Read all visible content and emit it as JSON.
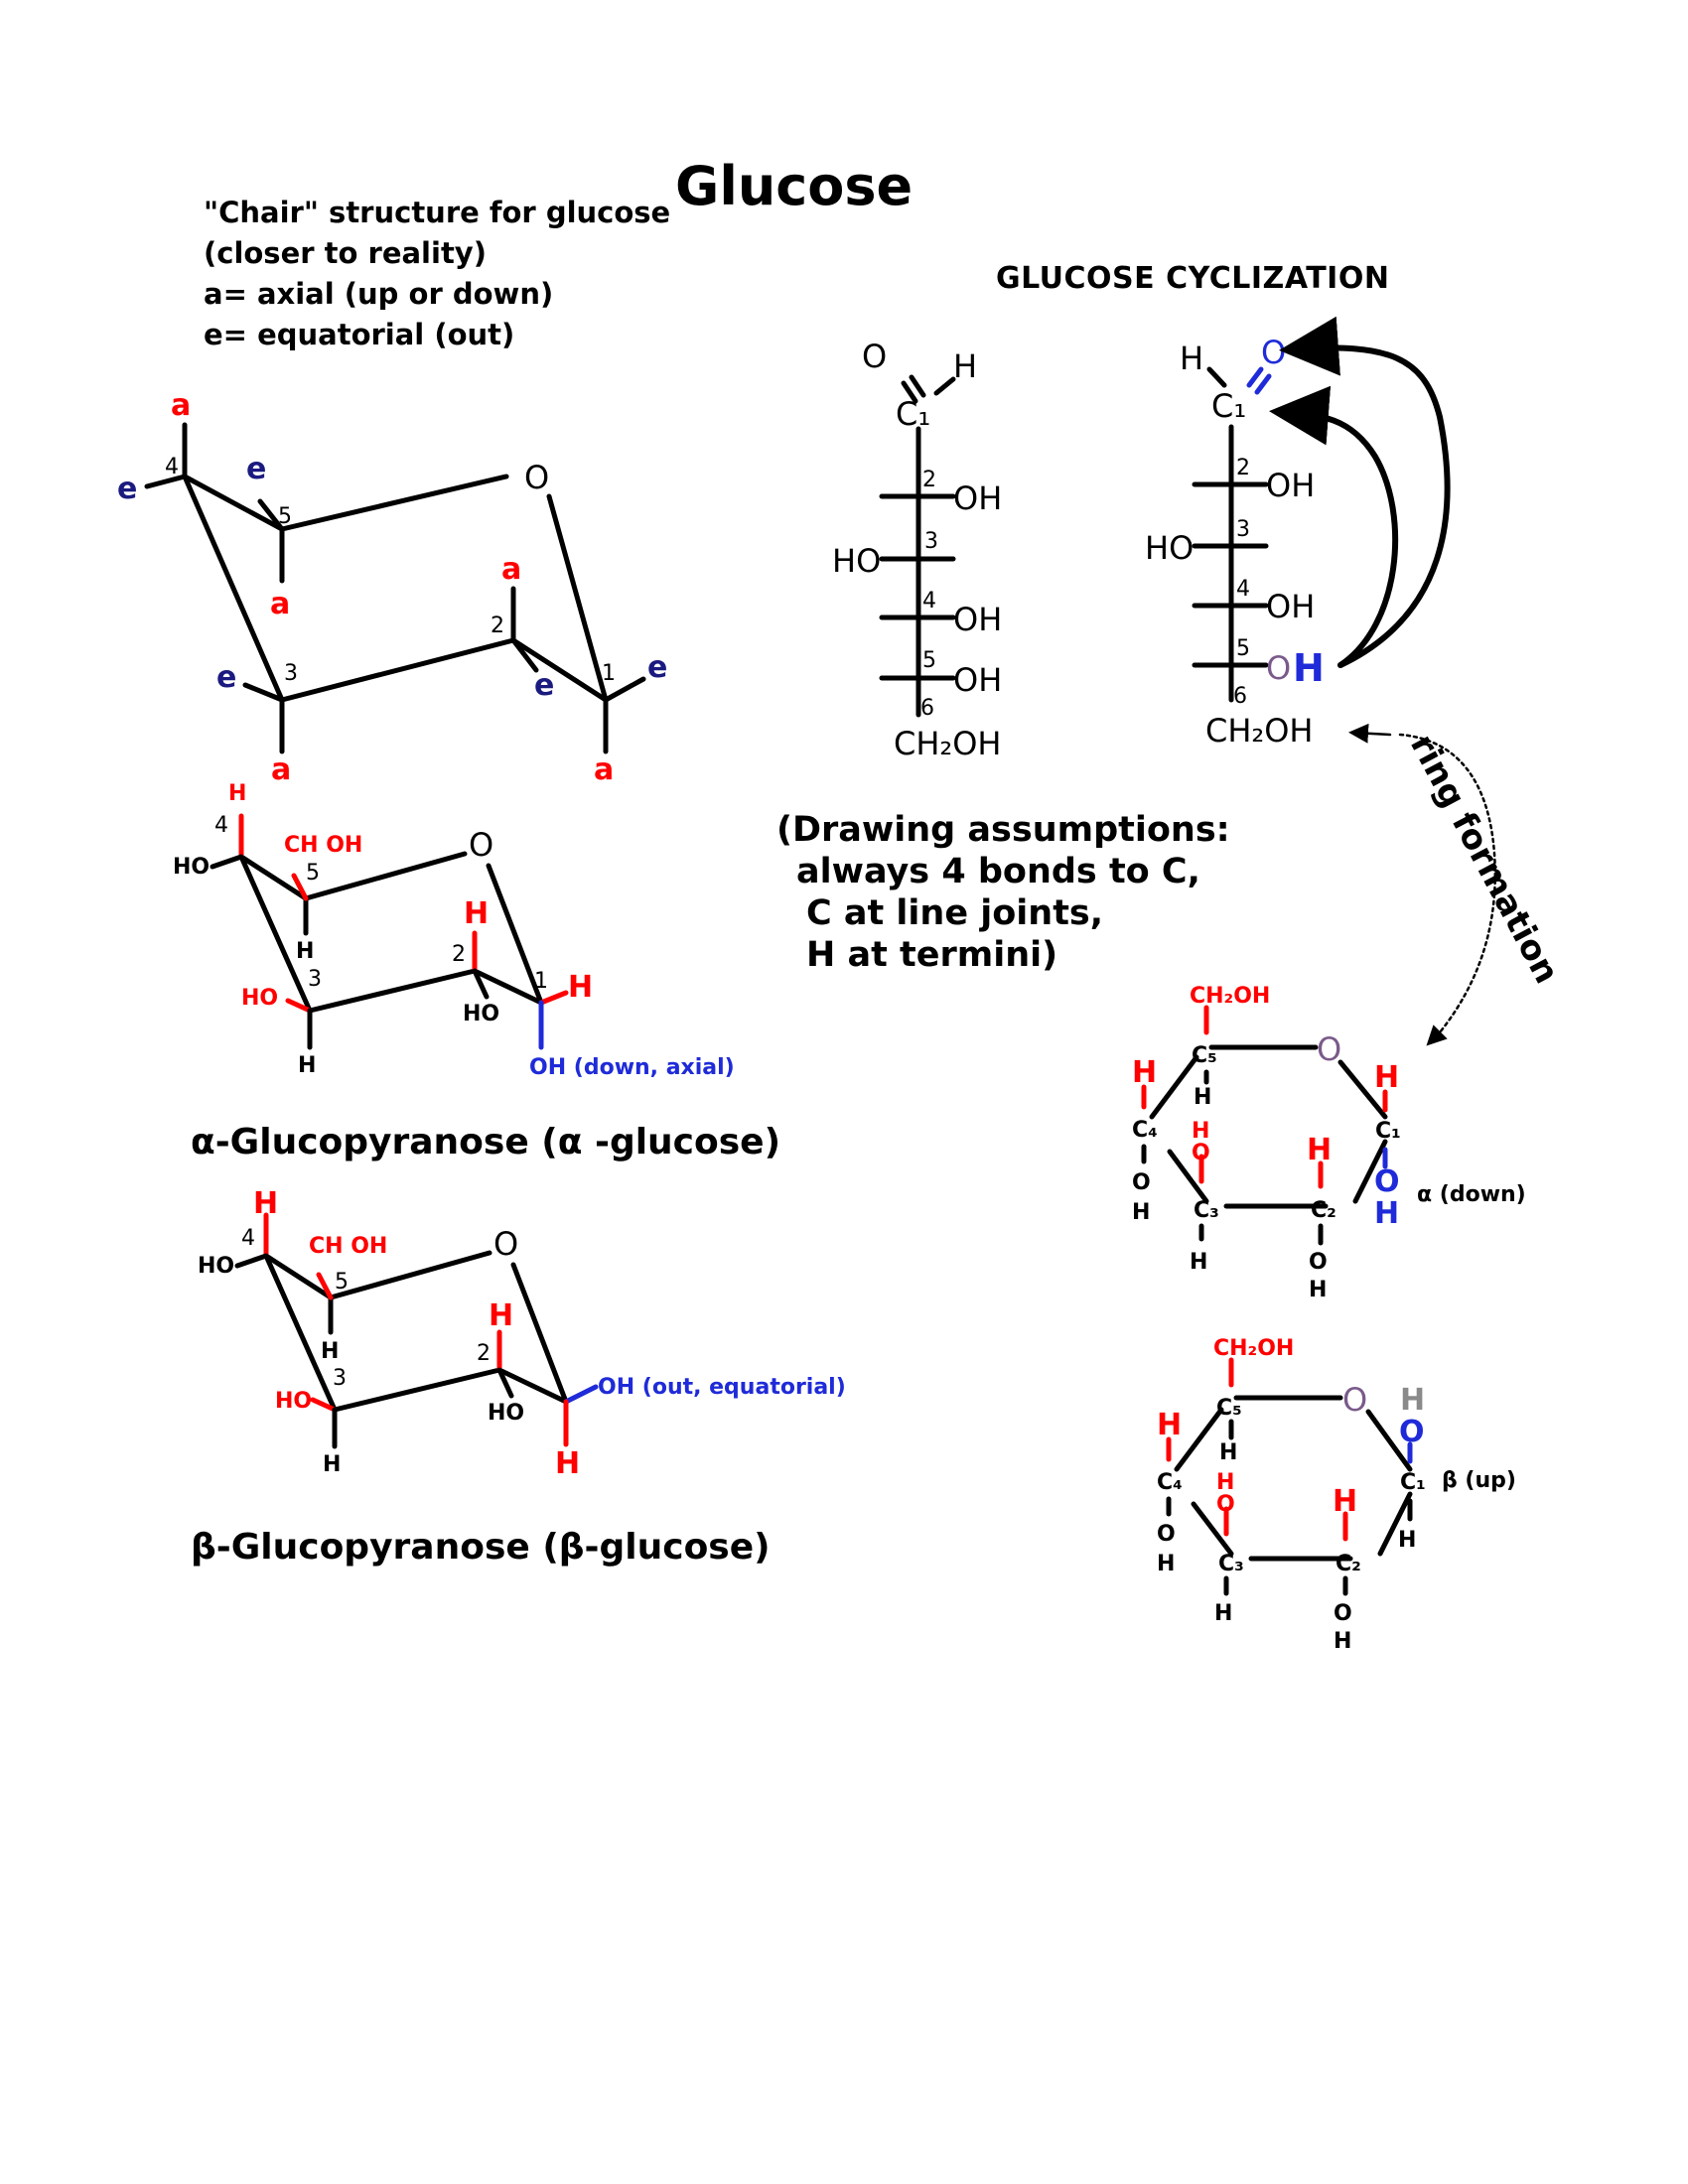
{
  "title": "Glucose",
  "chair_legend": {
    "line1": "\"Chair\" structure for glucose",
    "line2": "(closer to reality)",
    "line3": "a= axial  (up or down)",
    "line4": "e= equatorial (out)"
  },
  "cyclization": {
    "heading": "GLUCOSE CYCLIZATION",
    "arrow_label": "ring formation"
  },
  "assumptions": {
    "line1": "(Drawing assumptions:",
    "line2": "always 4 bonds to C,",
    "line3": "C at line joints,",
    "line4": "H at termini)"
  },
  "alpha": {
    "caption": "α-Glucopyranose (α -glucose)",
    "oh_note": "OH (down, axial)",
    "haworth_label": "α (down)"
  },
  "beta": {
    "caption": "β-Glucopyranose (β-glucose)",
    "oh_note": "OH (out, equatorial)",
    "haworth_label": "β (up)"
  },
  "atoms": {
    "a": "a",
    "e": "e",
    "O": "O",
    "H": "H",
    "OH": "OH",
    "HO": "HO",
    "CH2OH": "CH₂OH",
    "CH_OH": "CH  OH",
    "C1": "C₁",
    "C2": "C₂",
    "C3": "C₃",
    "C4": "C₄",
    "C5": "C₅",
    "n1": "1",
    "n2": "2",
    "n3": "3",
    "n4": "4",
    "n5": "5",
    "n6": "6"
  },
  "colors": {
    "axial": "#ff0000",
    "equatorial": "#1a1a80",
    "oxygen_blue": "#1f2bd8",
    "purple_o": "#7a5a8a",
    "gray_h": "#8a8a8a",
    "bond": "#000000"
  }
}
